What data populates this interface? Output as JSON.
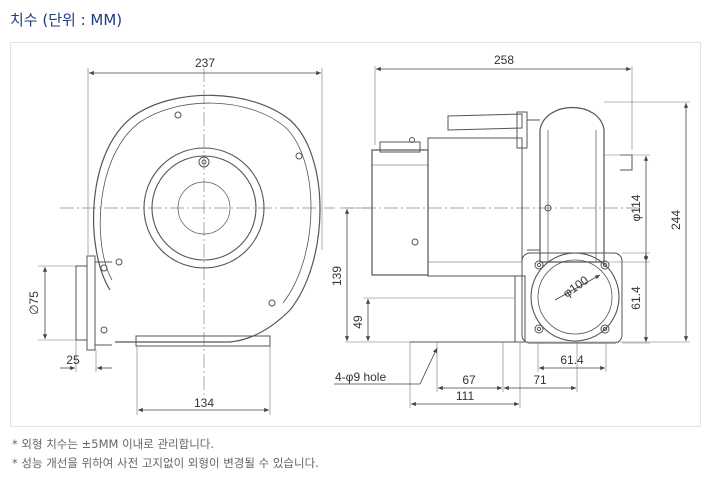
{
  "page": {
    "title": "치수 (단위 : MM)"
  },
  "drawing": {
    "front_view": {
      "width": "237",
      "base_width": "134",
      "inlet_diameter": "∅75",
      "inlet_length": "25"
    },
    "side_view": {
      "width": "258",
      "height": "244",
      "flange_diameter": "φ114",
      "outlet_diameter": "φ100",
      "center_height": "139",
      "foot_height": "49",
      "flange_vertical": "61.4",
      "flange_horizontal": "61.4",
      "hole_callout": "4-φ9 hole",
      "foot_spacing": "67",
      "outlet_offset": "71",
      "base_length": "111"
    }
  },
  "notes": [
    "* 외형 치수는 ±5MM 이내로 관리합니다.",
    "* 성능 개선을 위하여 사전 고지없이 외형이 변경될 수 있습니다."
  ]
}
